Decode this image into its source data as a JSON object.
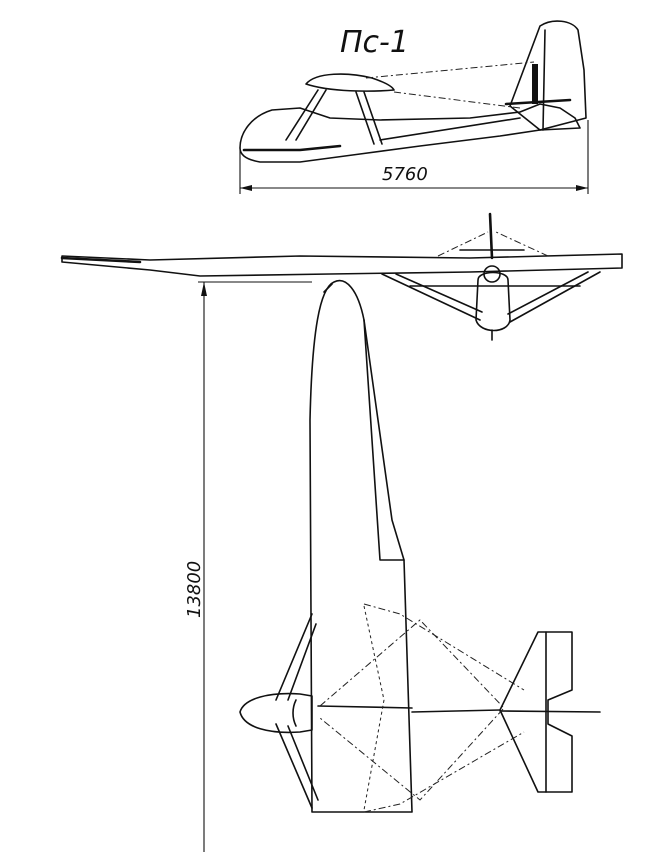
{
  "title": "Пс-1",
  "dimensions": {
    "length": "5760",
    "span": "13800"
  }
}
